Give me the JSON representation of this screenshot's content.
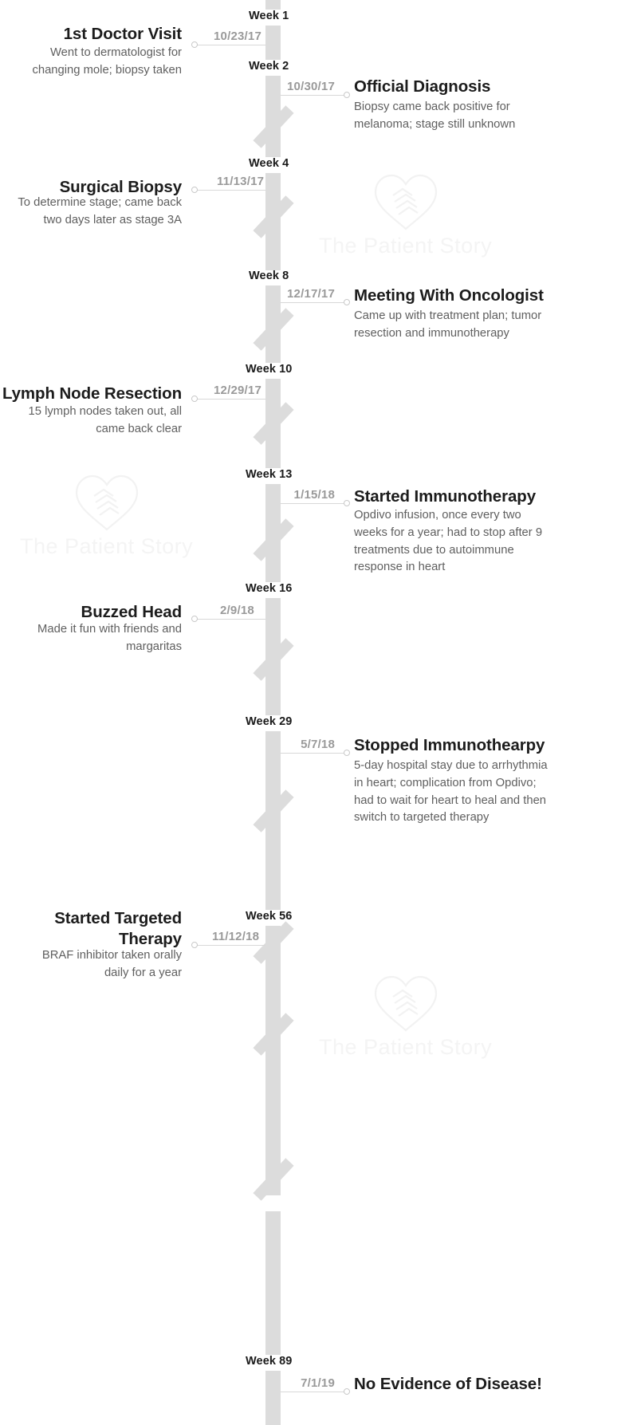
{
  "meta": {
    "watermark_text": "The Patient Story",
    "watermark_icon": "heart-handshake-icon",
    "spine_color": "#dcdcdc",
    "title_color": "#1c1c1c",
    "description_color": "#5f5f5f",
    "date_color": "#9a9a9a",
    "week_color": "#1a1a1a",
    "connector_color": "#d8d8d8",
    "background_color": "#ffffff"
  },
  "timeline": {
    "events": [
      {
        "week": "Week 1",
        "date": "10/23/17",
        "title": "1st Doctor Visit",
        "description": "Went to dermatologist for changing mole; biopsy taken",
        "side": "left"
      },
      {
        "week": "Week 2",
        "date": "10/30/17",
        "title": "Official Diagnosis",
        "description": "Biopsy came back positive for melanoma; stage still unknown",
        "side": "right"
      },
      {
        "week": "Week 4",
        "date": "11/13/17",
        "title": "Surgical Biopsy",
        "description": "To determine stage; came back two days later as stage 3A",
        "side": "left"
      },
      {
        "week": "Week 8",
        "date": "12/17/17",
        "title": "Meeting With Oncologist",
        "description": "Came up with treatment plan; tumor resection and immunotherapy",
        "side": "right"
      },
      {
        "week": "Week 10",
        "date": "12/29/17",
        "title": "Lymph Node Resection",
        "description": "15 lymph nodes taken out, all came back clear",
        "side": "left"
      },
      {
        "week": "Week 13",
        "date": "1/15/18",
        "title": "Started Immunotherapy",
        "description": "Opdivo infusion, once every two weeks for a year; had to stop after 9 treatments due to autoimmune response in heart",
        "side": "right"
      },
      {
        "week": "Week 16",
        "date": "2/9/18",
        "title": "Buzzed Head",
        "description": "Made it fun with friends and margaritas",
        "side": "left"
      },
      {
        "week": "Week 29",
        "date": "5/7/18",
        "title": "Stopped Immunothearpy",
        "description": "5-day hospital stay due to arrhythmia in heart; complication from Opdivo; had to wait for heart to heal and then switch to targeted therapy",
        "side": "right"
      },
      {
        "week": "Week 56",
        "date": "11/12/18",
        "title": "Started Targeted Therapy",
        "description": "BRAF inhibitor taken orally daily for a year",
        "side": "left"
      },
      {
        "week": "Week 89",
        "date": "7/1/19",
        "title": "No Evidence of Disease!",
        "description": "",
        "side": "right"
      }
    ]
  }
}
